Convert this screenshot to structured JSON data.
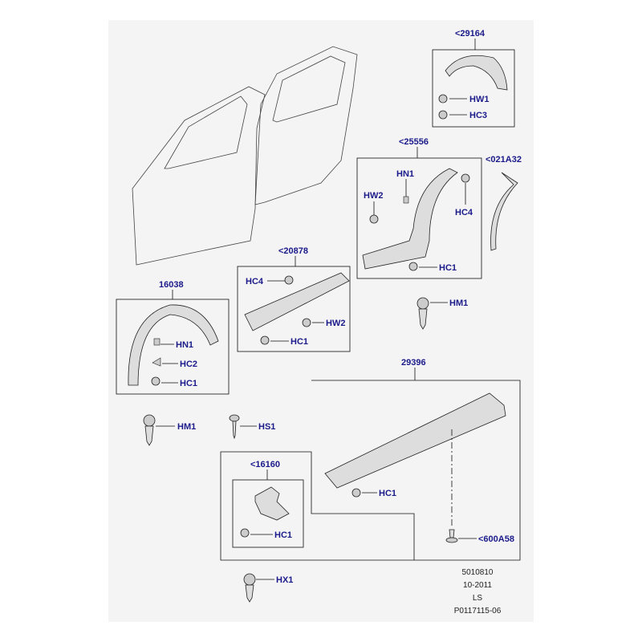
{
  "groups": {
    "g29164": "<29164",
    "g25556": "<25556",
    "g021A32": "<021A32",
    "g20878": "<20878",
    "g16038": "16038",
    "g29396": "29396",
    "g16160": "<16160"
  },
  "labels": {
    "hw1": "HW1",
    "hc3": "HC3",
    "hn1_a": "HN1",
    "hw2_a": "HW2",
    "hc4_a": "HC4",
    "hc1_a": "HC1",
    "hc4_b": "HC4",
    "hw2_b": "HW2",
    "hc1_b": "HC1",
    "hm1_a": "HM1",
    "hn1_b": "HN1",
    "hc2": "HC2",
    "hc1_c": "HC1",
    "hm1_b": "HM1",
    "hs1": "HS1",
    "hc1_d": "HC1",
    "hc1_e": "HC1",
    "ref600A58": "<600A58",
    "hx1": "HX1"
  },
  "footer": {
    "code": "5010810",
    "date": "10-2011",
    "model": "LS",
    "ref": "P0117115-06"
  },
  "colors": {
    "label": "#1a1a8a",
    "line": "#111111",
    "panel": "#f4f4f4"
  }
}
